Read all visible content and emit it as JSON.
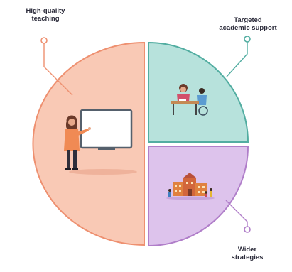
{
  "sections": {
    "teaching": {
      "line1": "High-quality",
      "line2": "teaching",
      "color": "#f9c9b5",
      "stroke": "#ee9070",
      "icon": "teacher-at-whiteboard"
    },
    "targeted": {
      "line1": "Targeted",
      "line2": "academic support",
      "color": "#b7e2dc",
      "stroke": "#52ada1",
      "icon": "student-and-tutor-at-desk"
    },
    "wider": {
      "line1": "Wider",
      "line2": "strategies",
      "color": "#ddc3ec",
      "stroke": "#b07ec9",
      "icon": "school-building-with-people"
    }
  }
}
